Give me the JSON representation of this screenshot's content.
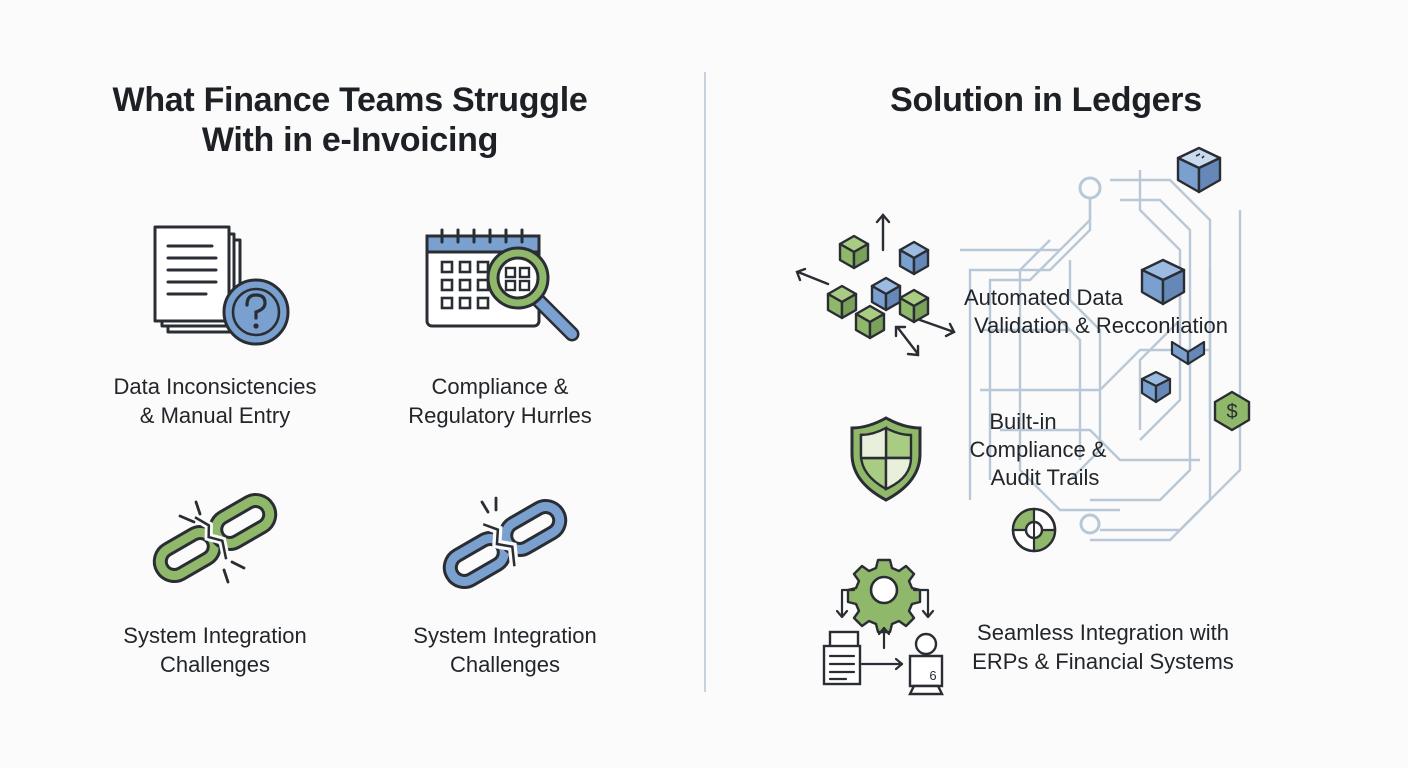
{
  "left": {
    "title_line1": "What Finance Teams Struggle",
    "title_line2": "With in e-Invoicing",
    "items": [
      {
        "line1": "Data Inconsictencies",
        "line2": "& Manual Entry",
        "icon": "document-question-icon"
      },
      {
        "line1": "Compliance &",
        "line2": "Regulatory Hurrles",
        "icon": "calendar-magnifier-icon"
      },
      {
        "line1": "System Integration",
        "line2": "Challenges",
        "icon": "broken-link-green-icon"
      },
      {
        "line1": "System Integration",
        "line2": "Challenges",
        "icon": "broken-link-blue-icon"
      }
    ]
  },
  "right": {
    "title": "Solution in Ledgers",
    "items": [
      {
        "line1": "Automated Data",
        "line2": "Validation & Recconliation",
        "icon": "cube-network-icon"
      },
      {
        "line1": "Built-in",
        "line2": "Compliance &",
        "line3": "Audit Trails",
        "icon": "shield-icon"
      },
      {
        "line1": "Seamless Integration with",
        "line2": "ERPs & Financial Systems",
        "icon": "gear-integration-icon"
      }
    ],
    "dollar_symbol": "$",
    "gear_badge_digit": "6"
  },
  "colors": {
    "green": "#8fb86a",
    "blue": "#7aa0cf",
    "outline": "#2a2d33",
    "circuit": "#b9c8d6",
    "divider": "#c9d2dc"
  }
}
